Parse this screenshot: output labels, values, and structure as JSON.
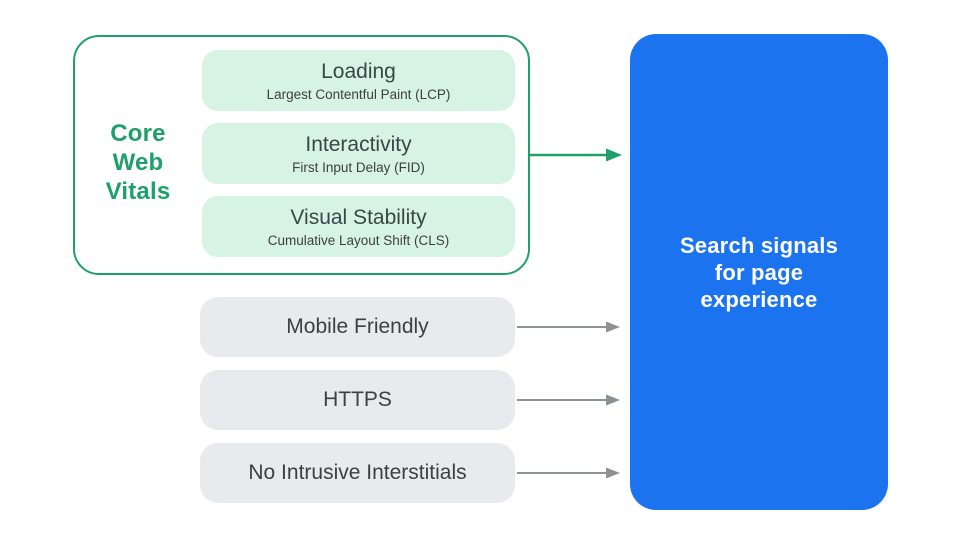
{
  "colors": {
    "green_accent": "#1FA06A",
    "mint_fill": "#D7F3E3",
    "blue_fill": "#1C73F0",
    "gray_pill_fill": "#E8EAED",
    "gray_arrow": "#8C9196",
    "dark_text": "#3C4043",
    "white_text": "#FFFFFF"
  },
  "core_web_vitals": {
    "group_label": "Core\nWeb\nVitals",
    "cards": [
      {
        "title": "Loading",
        "subtitle": "Largest Contentful Paint (LCP)"
      },
      {
        "title": "Interactivity",
        "subtitle": "First Input Delay (FID)"
      },
      {
        "title": "Visual Stability",
        "subtitle": "Cumulative Layout Shift (CLS)"
      }
    ]
  },
  "other_signals": [
    {
      "label": "Mobile Friendly"
    },
    {
      "label": "HTTPS"
    },
    {
      "label": "No Intrusive Interstitials"
    }
  ],
  "result_box": {
    "label": "Search signals\nfor page\nexperience"
  }
}
